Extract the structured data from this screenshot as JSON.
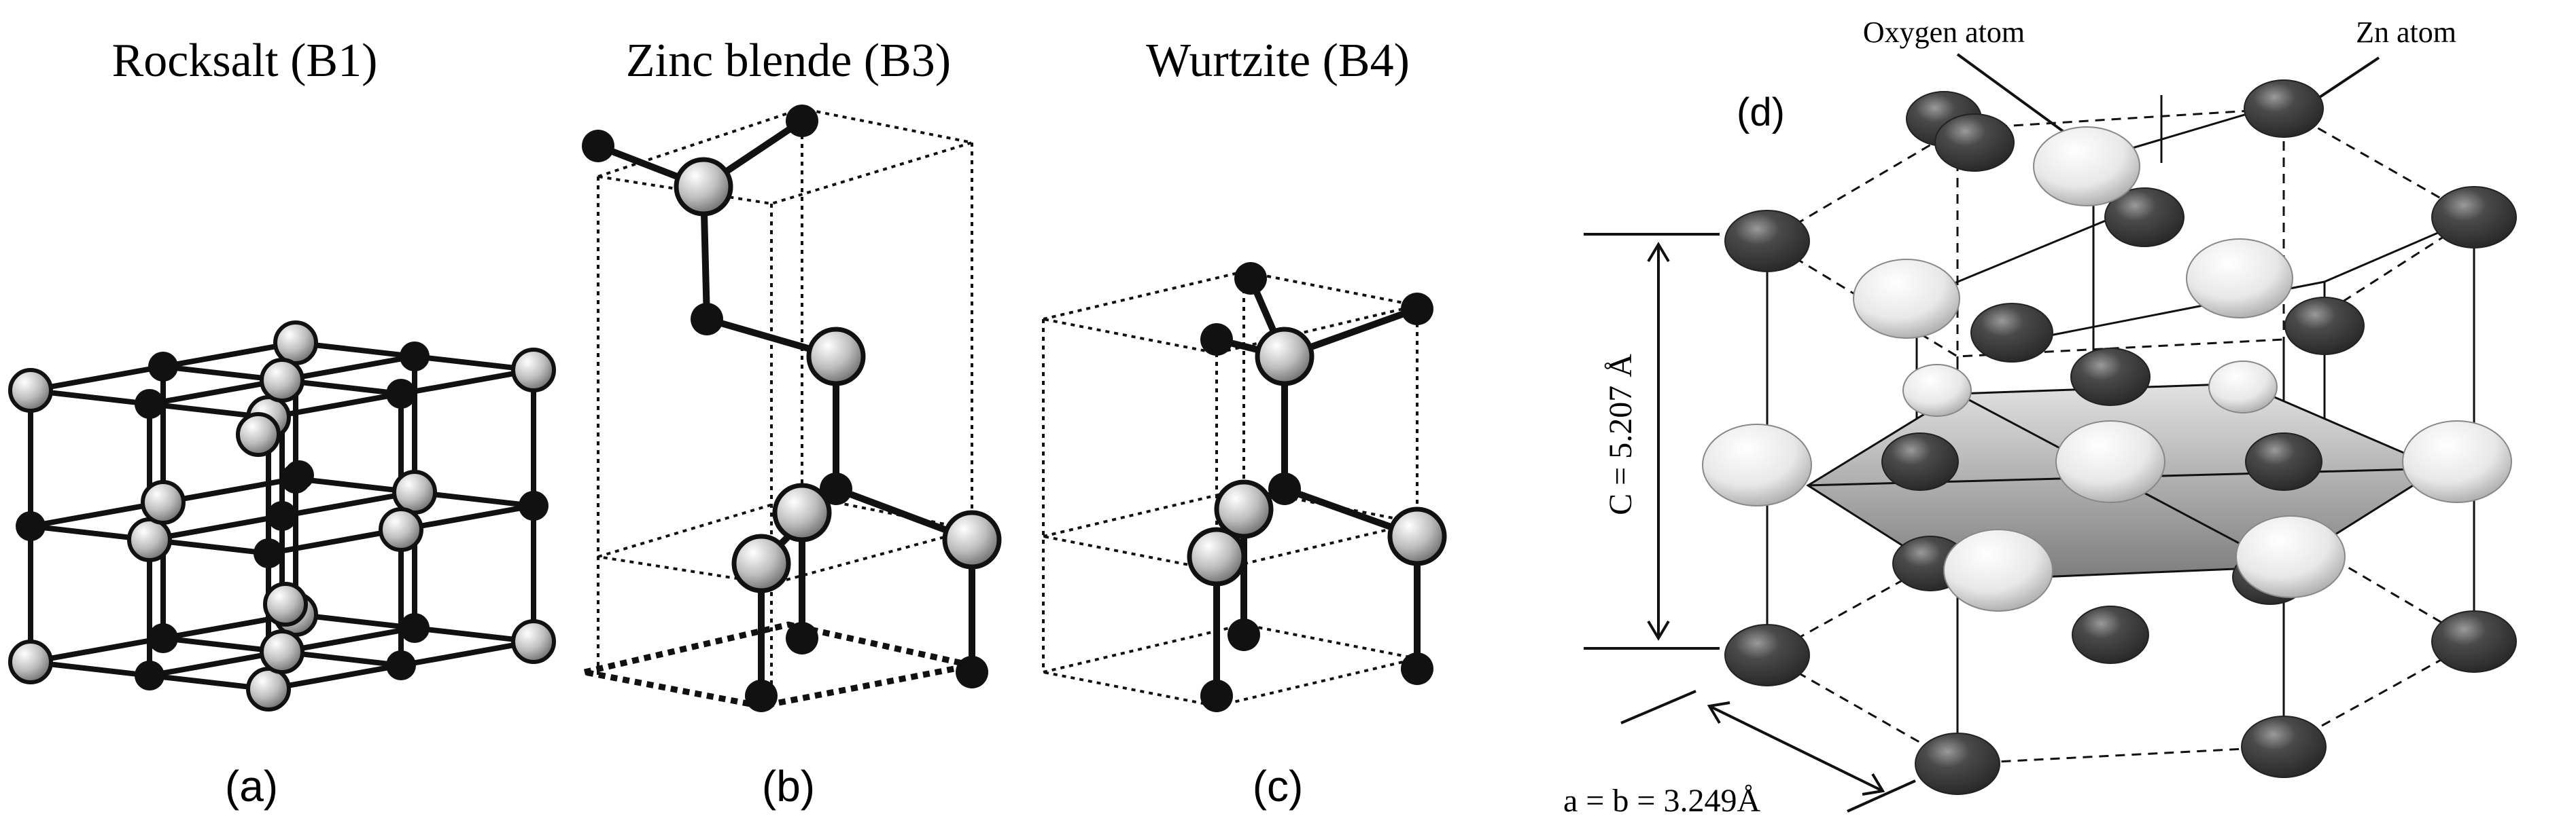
{
  "panels": {
    "a": {
      "title": "Rocksalt (B1)",
      "label": "(a)"
    },
    "b": {
      "title": "Zinc blende (B3)",
      "label": "(b)"
    },
    "c": {
      "title": "Wurtzite (B4)",
      "label": "(c)"
    },
    "d": {
      "label": "(d)",
      "oxygen_label": "Oxygen atom",
      "zn_label": "Zn atom",
      "c_dim": "C = 5.207 Å",
      "a_dim": "a = b = 3.249Å"
    }
  },
  "colors": {
    "zn_atom": "#4a4a4a",
    "oxygen_atom": "#e6e6e6",
    "black_atom": "#111111",
    "hex_plane": "#9a9a9a"
  }
}
